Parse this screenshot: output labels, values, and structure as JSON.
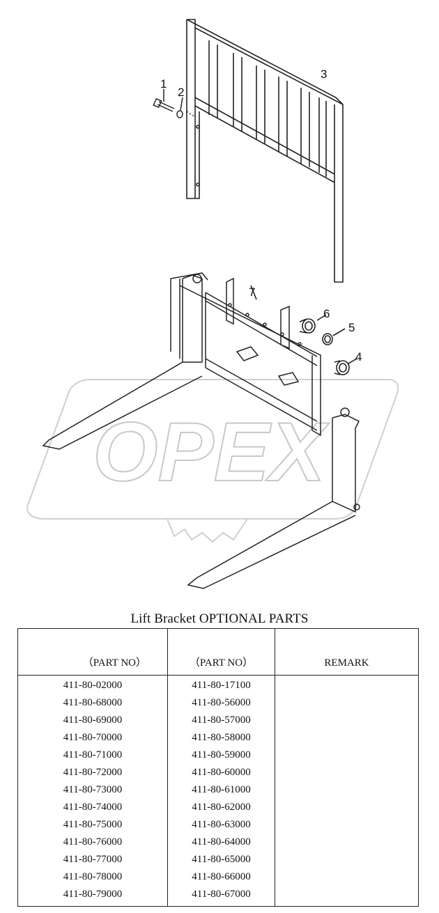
{
  "drawing": {
    "watermark": "OPEX",
    "callouts": [
      "1",
      "2",
      "3",
      "4",
      "5",
      "6",
      "7"
    ]
  },
  "table": {
    "title": "Lift Bracket OPTIONAL PARTS",
    "headers": [
      "（PART NO）",
      "（PART NO）",
      "REMARK"
    ],
    "rows": [
      [
        "411-80-02000",
        "411-80-17100",
        ""
      ],
      [
        "411-80-68000",
        "411-80-56000",
        ""
      ],
      [
        "411-80-69000",
        "411-80-57000",
        ""
      ],
      [
        "411-80-70000",
        "411-80-58000",
        ""
      ],
      [
        "411-80-71000",
        "411-80-59000",
        ""
      ],
      [
        "411-80-72000",
        "411-80-60000",
        ""
      ],
      [
        "411-80-73000",
        "411-80-61000",
        ""
      ],
      [
        "411-80-74000",
        "411-80-62000",
        ""
      ],
      [
        "411-80-75000",
        "411-80-63000",
        ""
      ],
      [
        "411-80-76000",
        "411-80-64000",
        ""
      ],
      [
        "411-80-77000",
        "411-80-65000",
        ""
      ],
      [
        "411-80-78000",
        "411-80-66000",
        ""
      ],
      [
        "411-80-79000",
        "411-80-67000",
        ""
      ]
    ]
  }
}
